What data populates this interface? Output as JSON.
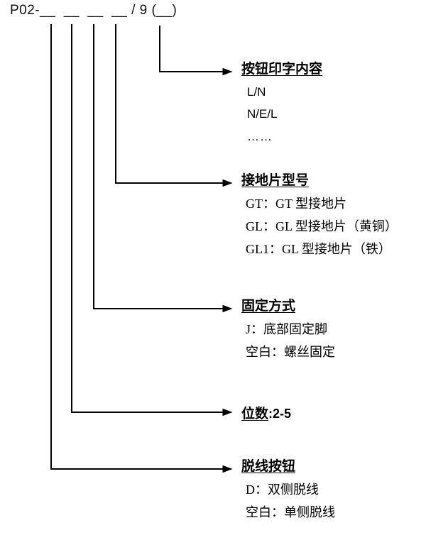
{
  "code": {
    "label": "P02-__  __  __  __ / 9 (__)"
  },
  "blocks": [
    {
      "id": "button-printing",
      "title": "按钮印字内容",
      "options": [
        "L/N",
        "N/E/L"
      ],
      "ellipsis": "……"
    },
    {
      "id": "grounding-plate-model",
      "title": "接地片型号",
      "options": [
        "GT：GT 型接地片",
        "GL：GL 型接地片（黄铜）",
        "GL1：GL 型接地片（铁）"
      ]
    },
    {
      "id": "fixing-method",
      "title": "固定方式",
      "options": [
        "J：底部固定脚",
        "空白：螺丝固定"
      ]
    },
    {
      "id": "pole-count",
      "title": "位数",
      "value": ":2-5"
    },
    {
      "id": "release-button",
      "title": "脱线按钮",
      "options": [
        "D：双侧脱线",
        "空白：单侧脱线"
      ]
    }
  ],
  "colors": {
    "ink": "#000000",
    "background": "#ffffff"
  }
}
